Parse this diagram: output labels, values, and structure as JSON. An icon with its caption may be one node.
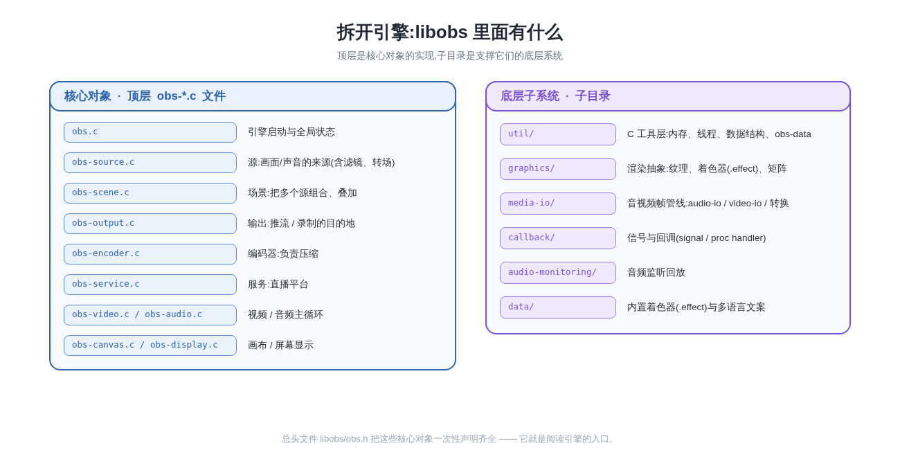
{
  "diagram": {
    "title": "拆开引擎:libobs 里面有什么",
    "caption": "总头文件 libobs/obs.h 把这些核心对象一次性声明齐全 —— 它就是阅读引擎的入口。",
    "labels": [
      "顶层是核心对象的实现,子目录是支撑它们的底层系统"
    ],
    "nodes": [
      {
        "text": [
          "核心对象 · 顶层 obs-*.c 文件"
        ]
      },
      {
        "text": [
          "obs.c"
        ],
        "in": 0,
        "beside": [
          "引擎启动与全局状态"
        ]
      },
      {
        "text": [
          "obs-source.c"
        ],
        "in": 0,
        "beside": [
          "源:画面/声音的来源(含滤镜、转场)"
        ]
      },
      {
        "text": [
          "obs-scene.c"
        ],
        "in": 0,
        "beside": [
          "场景:把多个源组合、叠加"
        ]
      },
      {
        "text": [
          "obs-output.c"
        ],
        "in": 0,
        "beside": [
          "输出:推流 / 录制的目的地"
        ]
      },
      {
        "text": [
          "obs-encoder.c"
        ],
        "in": 0,
        "beside": [
          "编码器:负责压缩"
        ]
      },
      {
        "text": [
          "obs-service.c"
        ],
        "in": 0,
        "beside": [
          "服务:直播平台"
        ]
      },
      {
        "text": [
          "obs-video.c / obs-audio.c"
        ],
        "in": 0,
        "beside": [
          "视频 / 音频主循环"
        ]
      },
      {
        "text": [
          "obs-canvas.c / obs-display.c"
        ],
        "in": 0,
        "beside": [
          "画布 / 屏幕显示"
        ]
      },
      {
        "text": [
          "底层子系统 · 子目录"
        ]
      },
      {
        "text": [
          "util/"
        ],
        "in": 9,
        "beside": [
          "C 工具层:内存、线程、数据结构、obs-data"
        ]
      },
      {
        "text": [
          "graphics/"
        ],
        "in": 9,
        "beside": [
          "渲染抽象:纹理、着色器(.effect)、矩阵"
        ]
      },
      {
        "text": [
          "media-io/"
        ],
        "in": 9,
        "beside": [
          "音视频帧管线:audio-io / video-io / 转换"
        ]
      },
      {
        "text": [
          "callback/"
        ],
        "in": 9,
        "beside": [
          "信号与回调(signal / proc handler)"
        ]
      },
      {
        "text": [
          "audio-monitoring/"
        ],
        "in": 9,
        "beside": [
          "音频监听回放"
        ]
      },
      {
        "text": [
          "data/"
        ],
        "in": 9,
        "beside": [
          "内置着色器(.effect)与多语言文案"
        ]
      }
    ]
  }
}
